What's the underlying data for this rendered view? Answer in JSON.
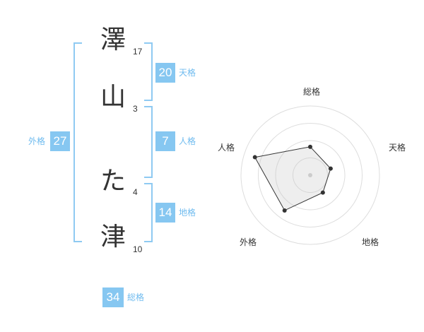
{
  "name": {
    "chars": [
      {
        "char": "澤",
        "strokes": "17"
      },
      {
        "char": "山",
        "strokes": "3"
      },
      {
        "char": "た",
        "strokes": "4"
      },
      {
        "char": "津",
        "strokes": "10"
      }
    ]
  },
  "kaku": {
    "tenkaku": {
      "value": "20",
      "label": "天格"
    },
    "jinkaku": {
      "value": "7",
      "label": "人格"
    },
    "chikaku": {
      "value": "14",
      "label": "地格"
    },
    "gaikaku": {
      "value": "27",
      "label": "外格"
    },
    "soukaku": {
      "value": "34",
      "label": "総格"
    }
  },
  "radar": {
    "axes": [
      "総格",
      "天格",
      "地格",
      "外格",
      "人格"
    ],
    "values": [
      0.41,
      0.31,
      0.31,
      0.63,
      0.84
    ],
    "rings": 4
  },
  "colors": {
    "accent": "#86c7f1",
    "bracket": "#8fcaf2",
    "label": "#6fbbef"
  }
}
